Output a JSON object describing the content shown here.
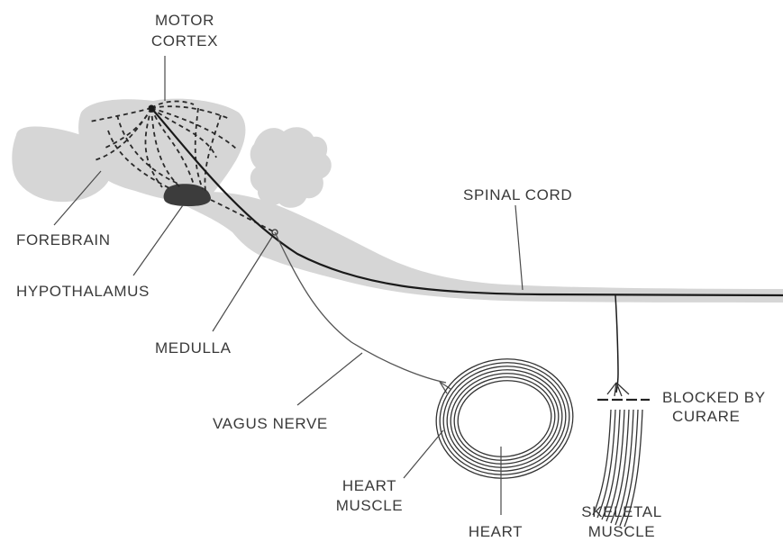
{
  "labels": {
    "motor_cortex": [
      "MOTOR",
      "CORTEX"
    ],
    "spinal_cord": "SPINAL CORD",
    "forebrain": "FOREBRAIN",
    "hypothalamus": "HYPOTHALAMUS",
    "medulla": "MEDULLA",
    "vagus_nerve": "VAGUS NERVE",
    "blocked_by_curare": [
      "BLOCKED BY",
      "CURARE"
    ],
    "heart_muscle": [
      "HEART",
      "MUSCLE"
    ],
    "heart": "HEART",
    "skeletal_muscle": [
      "SKELETAL",
      "MUSCLE"
    ]
  },
  "colors": {
    "tissue": "#d6d6d6",
    "hypothalamus": "#3c3c3c",
    "nerve": "#1a1a1a",
    "text": "#3a3a3a"
  }
}
